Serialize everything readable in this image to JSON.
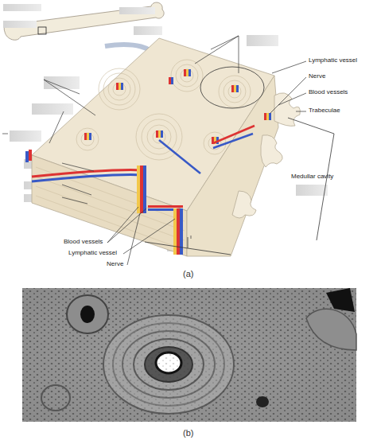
{
  "diagram": {
    "labels": [
      "Lymphatic vessel",
      "Nerve",
      "Blood vessels",
      "Trabeculae",
      "Medullar cavity",
      "Blood vessels",
      "Lymphatic vessel",
      "Nerve",
      "(a)",
      "(b)"
    ]
  }
}
